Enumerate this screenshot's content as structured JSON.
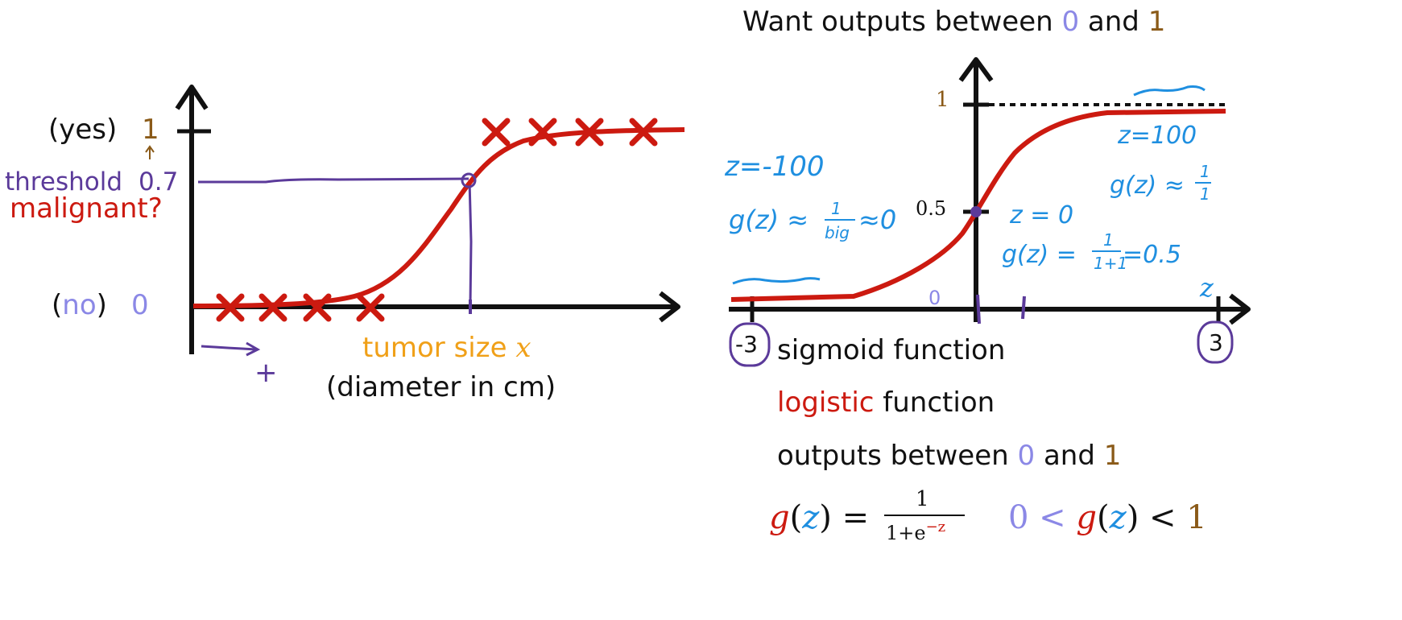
{
  "colors": {
    "ink": "#111111",
    "red": "#cc1a10",
    "purple": "#5b3a9a",
    "blue": "#1f8fe0",
    "orange": "#f0a018",
    "brown": "#8a5a18",
    "lavender": "#8b88e6"
  },
  "left_plot": {
    "yes_label": "(yes)",
    "yes_value": "1",
    "no_label_open": "(",
    "no_label_word": "no",
    "no_label_close": ")",
    "no_value": "0",
    "threshold_label": "threshold",
    "threshold_value": "0.7",
    "ylabel": "malignant?",
    "xlabel_main": "tumor size ",
    "xlabel_var": "x",
    "xlabel_sub": "(diameter in cm)",
    "plus_mark": "+"
  },
  "right_plot": {
    "header_prefix": "Want outputs between ",
    "header_zero": "0",
    "header_and": " and ",
    "header_one": "1",
    "tick_one": "1",
    "tick_half": "0.5",
    "tick_zero": "0",
    "axis_z": "z",
    "tick_neg3": "-3",
    "tick_pos3": "3",
    "anno_z_neg": "z=-100",
    "anno_g_neg_prefix": "g(z) ≈ ",
    "anno_g_neg_num": "1",
    "anno_g_neg_den": "big",
    "anno_g_neg_suffix": "≈0",
    "anno_z_pos": "z=100",
    "anno_g_pos_prefix": "g(z) ≈ ",
    "anno_g_pos_num": "1",
    "anno_g_pos_den": "1",
    "anno_z_zero": "z = 0",
    "anno_g_zero_prefix": "g(z) = ",
    "anno_g_zero_num": "1",
    "anno_g_zero_den": "1+1",
    "anno_g_zero_suffix": "=0.5"
  },
  "notes": {
    "line1": "sigmoid function",
    "line2_red": "logistic",
    "line2_rest": " function",
    "line3_prefix": "outputs between ",
    "line3_zero": "0",
    "line3_and": " and ",
    "line3_one": "1",
    "formula_g": "g",
    "formula_z": "z",
    "formula_eq": " = ",
    "formula_num": "1",
    "formula_den": "1+e",
    "formula_exp": "−z",
    "ineq_zero": "0",
    "ineq_lt1": " < ",
    "ineq_g": "g",
    "ineq_z": "z",
    "ineq_lt2": " < ",
    "ineq_one": "1"
  }
}
